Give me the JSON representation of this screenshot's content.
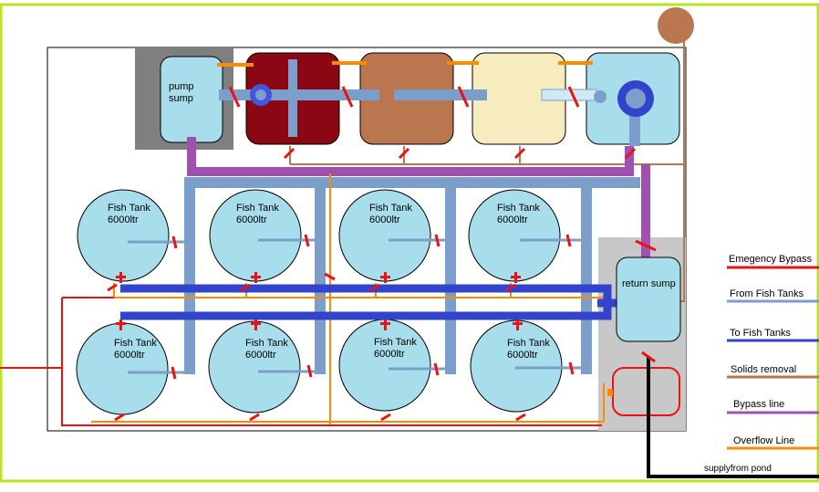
{
  "labels": {
    "pump_sump": [
      "pump",
      "sump"
    ],
    "fish_tank_name": "Fish Tank",
    "fish_tank_capacity": "6000ltr",
    "return_sump": "return sump",
    "supply": "supplyfrom pond"
  },
  "legend": [
    {
      "label": "Emegency Bypass",
      "color": "#ee1111"
    },
    {
      "label": "From Fish Tanks",
      "color": "#7b9fca"
    },
    {
      "label": "To Fish Tanks",
      "color": "#3344cc"
    },
    {
      "label": "Solids removal",
      "color": "#b9764f"
    },
    {
      "label": "Bypass line",
      "color": "#a050b0"
    },
    {
      "label": "Overflow Line",
      "color": "#ff8a00"
    }
  ],
  "colors": {
    "frame_green": "#b6e61e",
    "tank_fill": "#a8deec",
    "filter_dark_red": "#8b0714",
    "filter_brown": "#b9764f",
    "filter_cream": "#f7ecc0",
    "valve": "#ee1111",
    "supply_line": "#000000",
    "sump_box": "#c8c8c8",
    "pump_box": "#7f7f7f"
  }
}
